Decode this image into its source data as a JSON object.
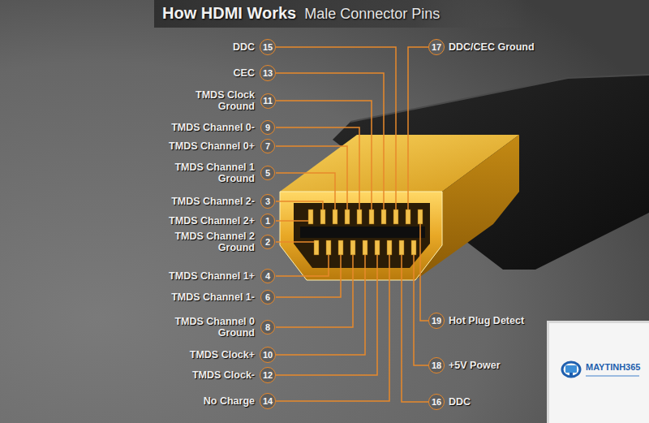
{
  "diagram": {
    "title": "How HDMI Works",
    "nodes": [
      {
        "text": [
          "15"
        ]
      },
      {
        "text": [
          "17"
        ]
      },
      {
        "text": [
          "13"
        ]
      },
      {
        "text": [
          "11"
        ]
      },
      {
        "text": [
          "9"
        ]
      },
      {
        "text": [
          "7"
        ]
      },
      {
        "text": [
          "5"
        ]
      },
      {
        "text": [
          "3"
        ]
      },
      {
        "text": [
          "1"
        ]
      },
      {
        "text": [
          "2"
        ]
      },
      {
        "text": [
          "4"
        ]
      },
      {
        "text": [
          "6"
        ]
      },
      {
        "text": [
          "19"
        ]
      },
      {
        "text": [
          "8"
        ]
      },
      {
        "text": [
          "10"
        ]
      },
      {
        "text": [
          "18"
        ]
      },
      {
        "text": [
          "12"
        ]
      },
      {
        "text": [
          "14"
        ]
      },
      {
        "text": [
          "16"
        ]
      }
    ],
    "labels": [
      "Male Connector Pins",
      "DDC",
      "DDC/CEC Ground",
      "CEC",
      "TMDS Clock Ground",
      "TMDS Channel 0-",
      "TMDS Channel 0+",
      "TMDS Channel 1 Ground",
      "TMDS Channel 2-",
      "TMDS Channel 2+",
      "TMDS Channel 2 Ground",
      "TMDS Channel 1+",
      "TMDS Channel 1-",
      "Hot Plug Detect",
      "TMDS Channel 0 Ground",
      "TMDS Clock+",
      "+5V Power",
      "TMDS Clock-",
      "No Charge",
      "DDC",
      "MAYTINH365"
    ]
  }
}
